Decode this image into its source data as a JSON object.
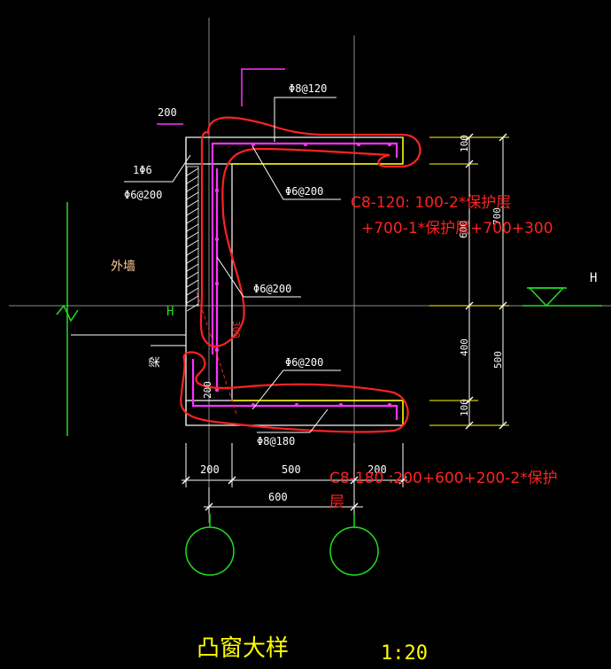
{
  "colors": {
    "background": "#000000",
    "grid_line": "#8a8a8a",
    "dim_line": "#ffffff",
    "slab_outline": "#ffffff",
    "yellow": "#ffff00",
    "rebar": "#ff33ff",
    "annotation": "#ff2222",
    "green": "#22dd22",
    "text": "#ffffff",
    "hatch": "#ffffff"
  },
  "labels": {
    "top_rebar": "Φ8@120",
    "bottom_rebar": "Φ8@180",
    "stirrup_1": "Φ6@200",
    "stirrup_2": "Φ6@200",
    "stirrup_3": "Φ6@200",
    "left_note_1": "1Φ6",
    "left_note_2": "Φ6@200",
    "top_offset": "200",
    "wall_label": "外墙",
    "beam_label": "梁",
    "elevation_left": "H",
    "elevation_right": "H",
    "vertical_note": "300",
    "dim_right_100_top": "100",
    "dim_right_600": "600",
    "dim_right_400": "400",
    "dim_right_100_bot": "100",
    "dim_right_700": "700",
    "dim_right_500": "500",
    "dim_bot_200_left": "200",
    "dim_bot_500": "500",
    "dim_bot_200_right": "200",
    "dim_bot_600": "600",
    "title": "凸窗大样",
    "scale": "1:20"
  },
  "annotations": {
    "top_formula_1": "C8-120: 100-2*保护层",
    "top_formula_2": "+700-1*保护层+700+300",
    "bottom_formula_1": "C8-180 :200+600+200-2*保护",
    "bottom_formula_2": "层"
  }
}
